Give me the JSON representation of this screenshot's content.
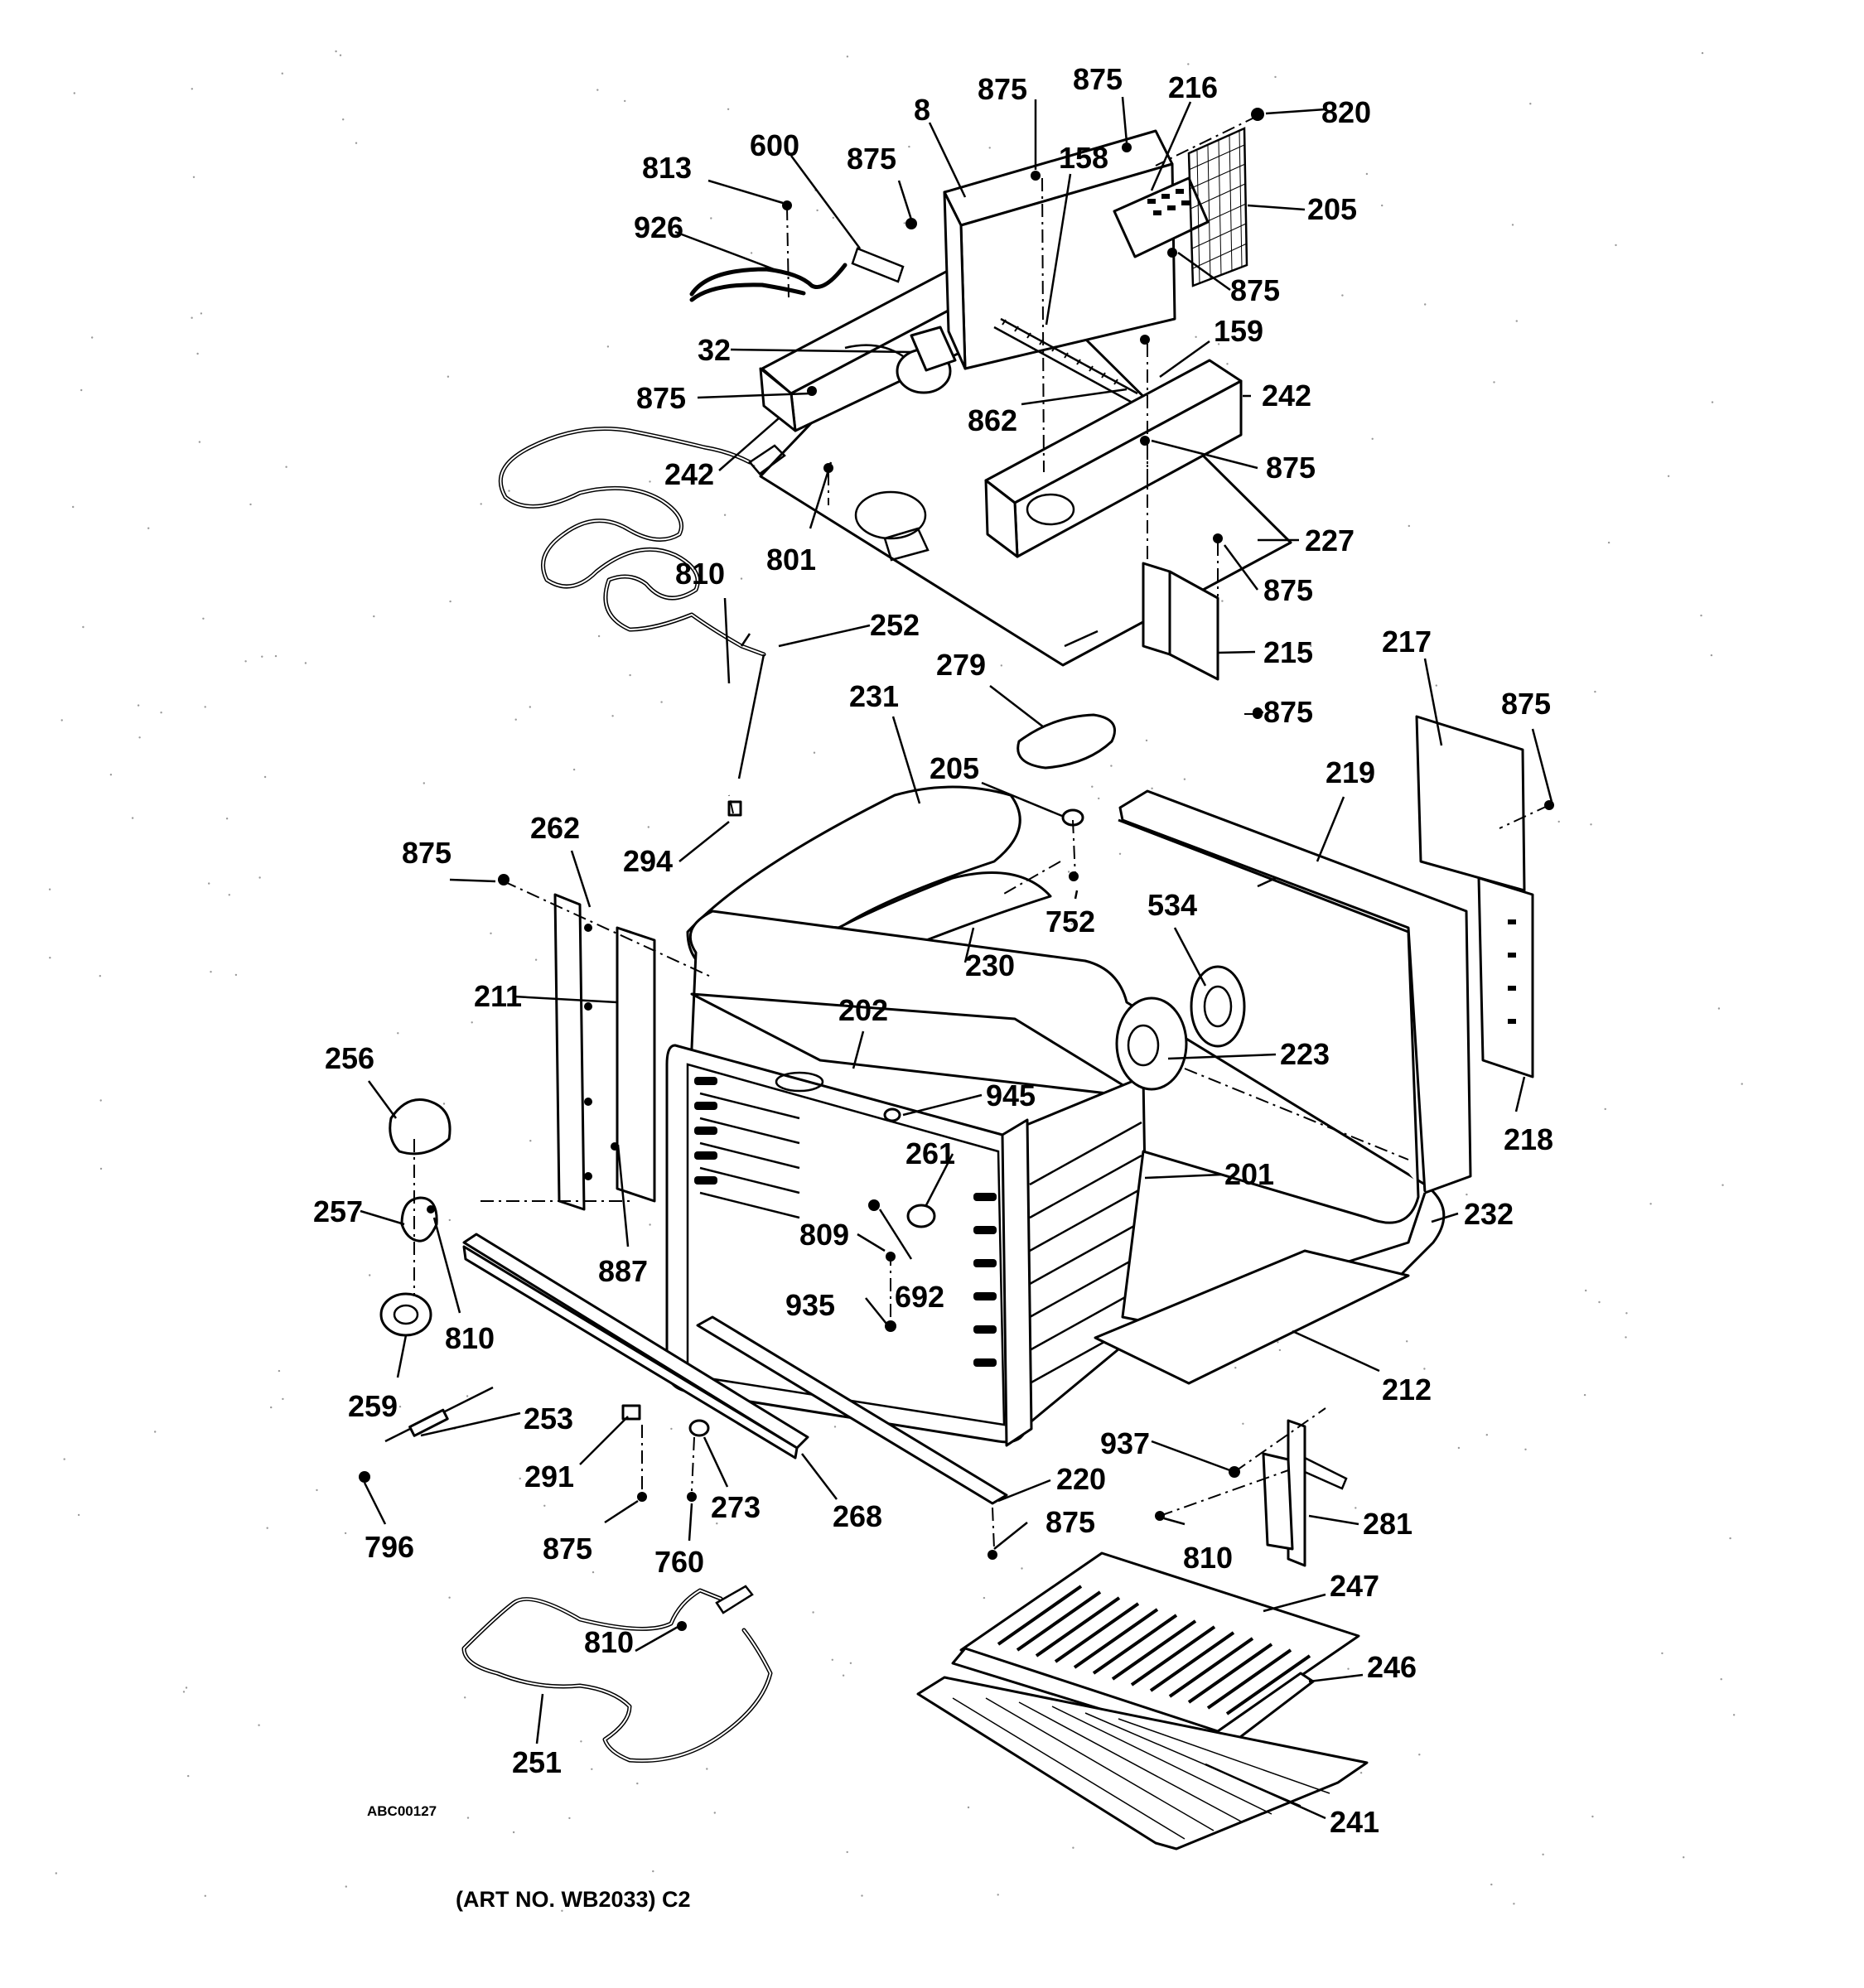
{
  "diagram": {
    "callouts": [
      "875",
      "875",
      "216",
      "820",
      "8",
      "600",
      "875",
      "813",
      "158",
      "205",
      "926",
      "875",
      "32",
      "159",
      "875",
      "862",
      "242",
      "242",
      "875",
      "801",
      "227",
      "875",
      "810",
      "252",
      "215",
      "875",
      "279",
      "231",
      "217",
      "875",
      "205",
      "219",
      "875",
      "262",
      "294",
      "752",
      "534",
      "211",
      "230",
      "202",
      "223",
      "256",
      "945",
      "201",
      "261",
      "218",
      "232",
      "257",
      "809",
      "887",
      "692",
      "935",
      "810",
      "212",
      "259",
      "253",
      "937",
      "291",
      "273",
      "268",
      "220",
      "281",
      "796",
      "875",
      "810",
      "760",
      "875",
      "247",
      "810",
      "246",
      "251",
      "241"
    ],
    "art_id": "ABC00127",
    "caption": "(ART NO. WB2033) C2"
  }
}
